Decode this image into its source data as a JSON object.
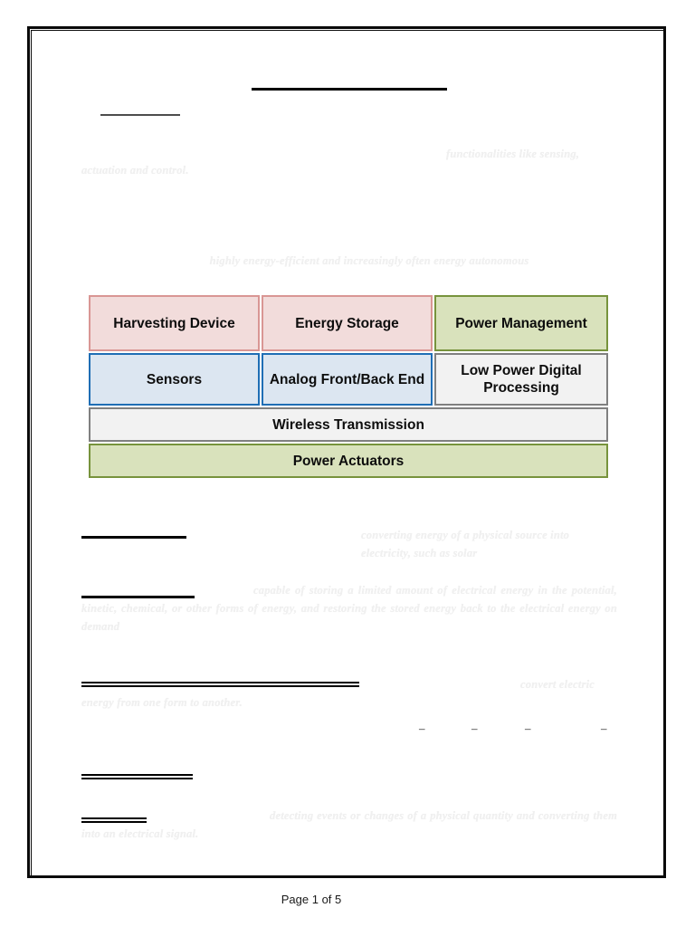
{
  "document": {
    "page_background": "#ffffff",
    "border_color": "#0a0a0a",
    "faded_text_color": "#f0f0f0"
  },
  "footer": {
    "page_label": "Page 1 of 5"
  },
  "body_text": {
    "intro_line_1": "functionalities like sensing,",
    "intro_line_2": "actuation and control.",
    "highlight_line": "highly energy-efficient and increasingly often energy autonomous",
    "harvesting_desc": "converting energy of a physical source into electricity, such as solar",
    "storage_desc": "capable of storing a limited amount of electrical energy in the potential, kinetic, chemical, or other forms of energy, and restoring the stored energy back to the electrical energy on demand",
    "actuator_desc": "convert electric energy from one form to another.",
    "sensor_desc": "detecting events or changes of a physical quantity and converting them into an electrical signal.",
    "bullet_dashes": [
      "–",
      "–",
      "–",
      "–"
    ]
  },
  "diagram": {
    "rows": [
      {
        "cells": [
          {
            "label": "Harvesting Device",
            "style": "pink"
          },
          {
            "label": "Energy Storage",
            "style": "pink"
          },
          {
            "label": "Power Management",
            "style": "green"
          }
        ]
      },
      {
        "cells": [
          {
            "label": "Sensors",
            "style": "blue"
          },
          {
            "label": "Analog Front/Back End",
            "style": "blue"
          },
          {
            "label": "Low Power Digital Processing",
            "style": "gray"
          }
        ]
      },
      {
        "cells": [
          {
            "label": "Wireless Transmission",
            "style": "gray"
          }
        ]
      },
      {
        "cells": [
          {
            "label": "Power Actuators",
            "style": "green"
          }
        ]
      }
    ],
    "colors": {
      "pink_fill": "#f2dcdb",
      "pink_border": "#d99694",
      "green_fill": "#d9e2bc",
      "green_border": "#77933c",
      "blue_fill": "#dce6f1",
      "blue_border": "#1f6eb5",
      "gray_fill": "#f2f2f2",
      "gray_border": "#808080"
    }
  }
}
